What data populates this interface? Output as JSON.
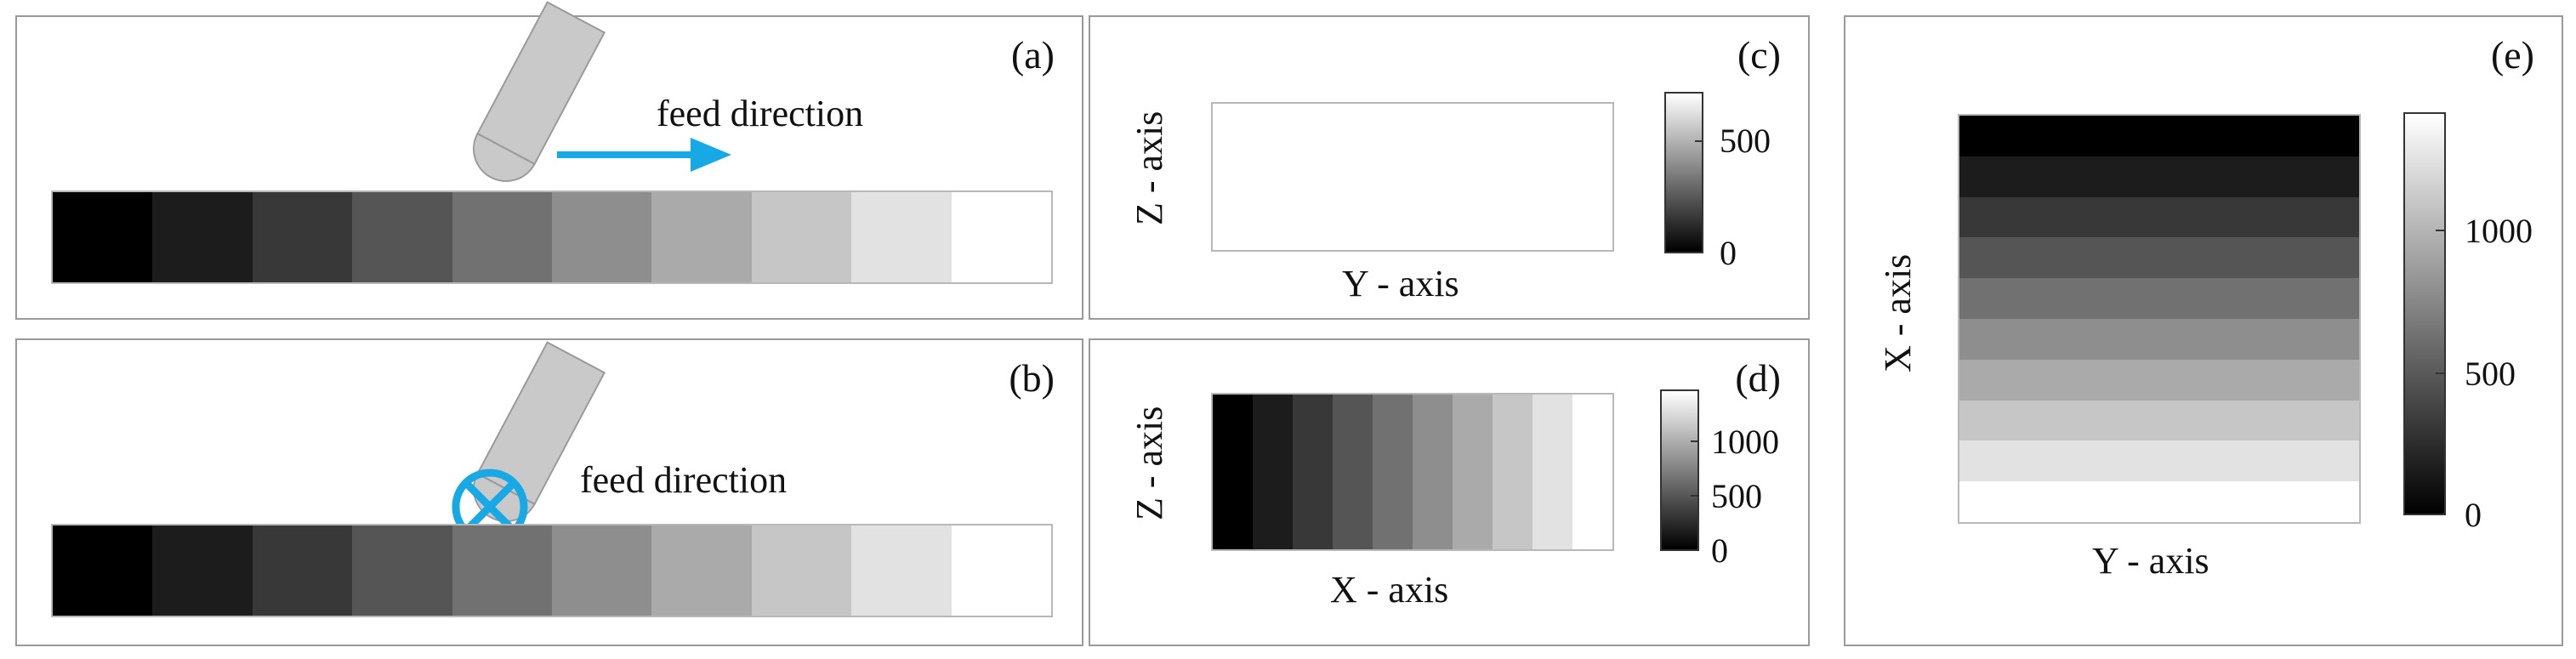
{
  "panels": {
    "a": {
      "label": "(a)",
      "arrow_text": "feed direction",
      "arrow_color": "#16a9e6"
    },
    "b": {
      "label": "(b)",
      "arrow_text": "feed direction",
      "symbol_color": "#16a9e6"
    },
    "c": {
      "label": "(c)",
      "xlabel": "Y - axis",
      "ylabel": "Z - axis",
      "colorbar_ticks": [
        "500",
        "0"
      ]
    },
    "d": {
      "label": "(d)",
      "xlabel": "X - axis",
      "ylabel": "Z - axis",
      "colorbar_ticks": [
        "1000",
        "500",
        "0"
      ]
    },
    "e": {
      "label": "(e)",
      "xlabel": "Y - axis",
      "ylabel": "X - axis",
      "colorbar_ticks": [
        "1000",
        "500",
        "0"
      ]
    }
  },
  "strip_colors": [
    "#000000",
    "#1c1c1c",
    "#383838",
    "#555555",
    "#717171",
    "#8e8e8e",
    "#aaaaaa",
    "#c6c6c6",
    "#e2e2e2",
    "#ffffff"
  ],
  "tool_color": "#c9c9c9"
}
